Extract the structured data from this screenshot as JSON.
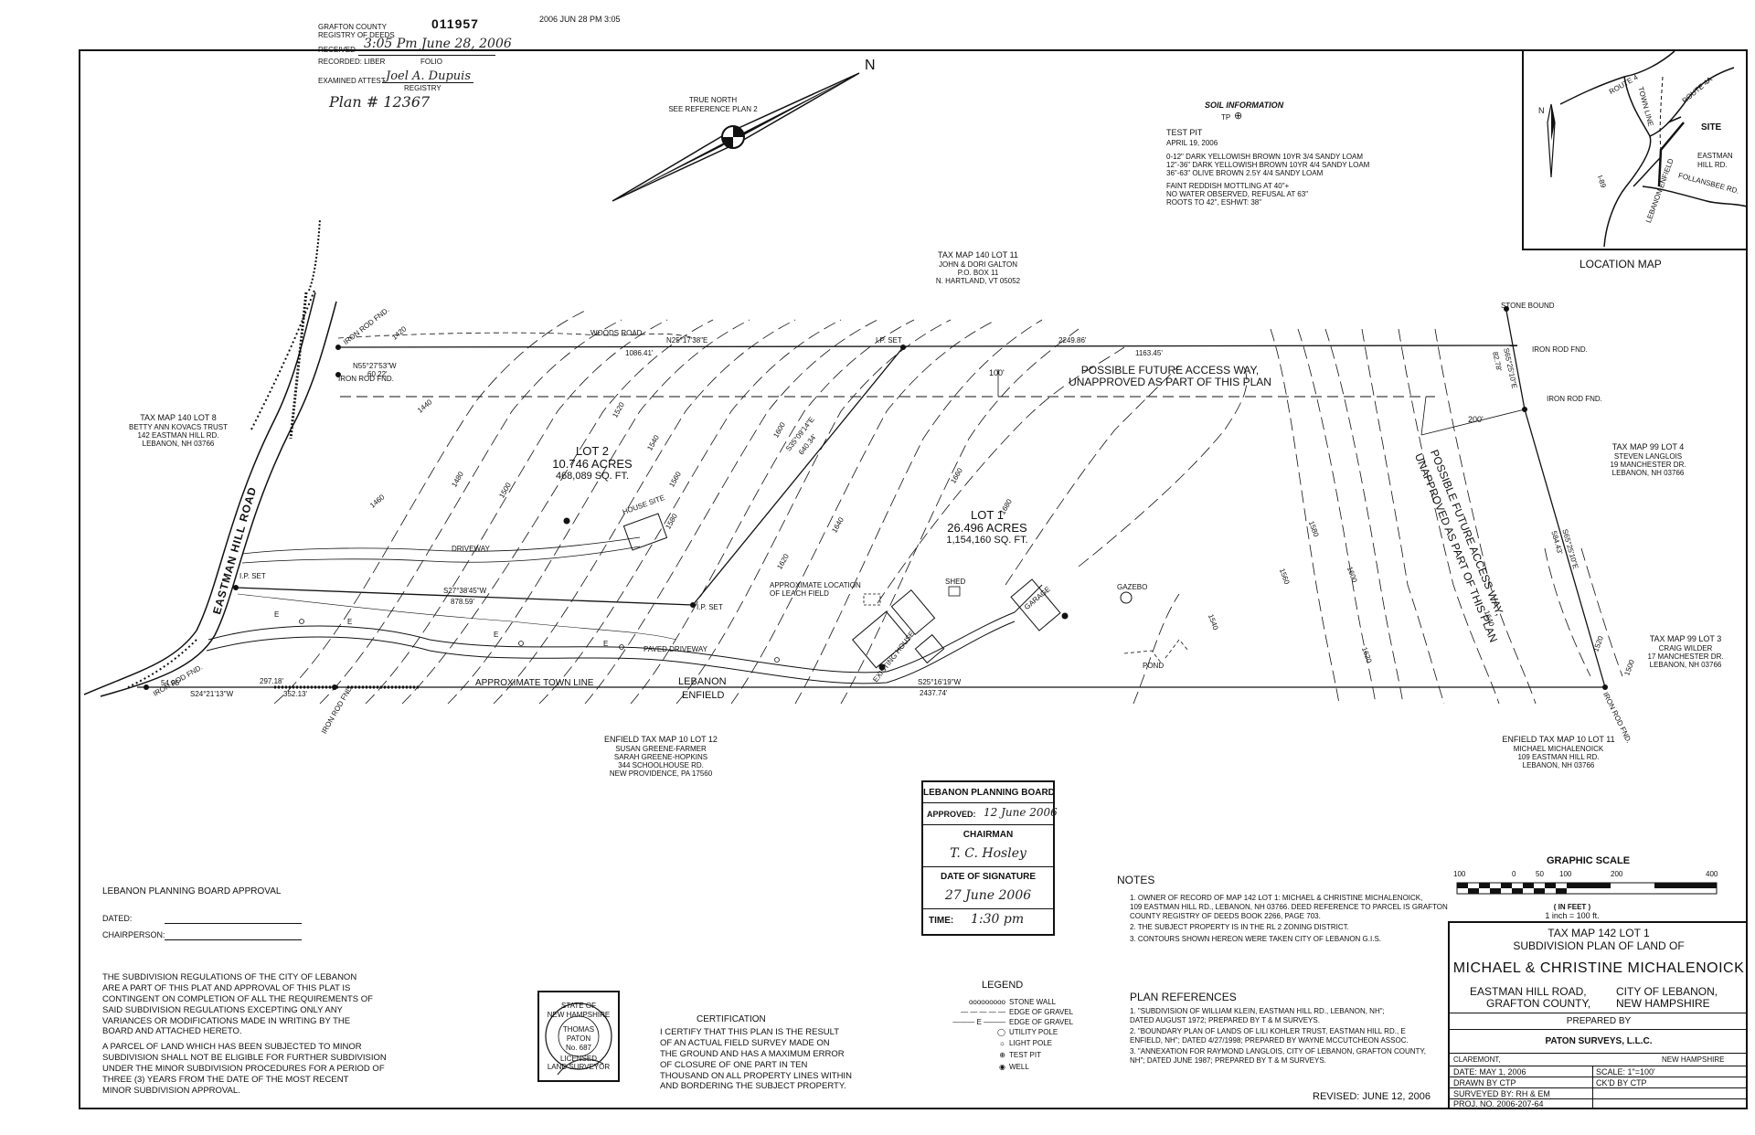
{
  "recording": {
    "county": "GRAFTON COUNTY",
    "registry": "REGISTRY OF DEEDS",
    "number": "011957",
    "timestamp": "2006 JUN 28 PM 3:05",
    "received_label": "RECEIVED",
    "received_value": "3:05 Pm June 28, 2006",
    "recorded_label": "RECORDED: LIBER",
    "folio_label": "FOLIO",
    "examined_label": "EXAMINED ATTEST",
    "examined_signature": "Joel A. Dupuis",
    "registry_label": "REGISTRY",
    "plan_number": "Plan # 12367"
  },
  "north": {
    "label_line1": "TRUE NORTH",
    "label_line2": "SEE REFERENCE PLAN 2",
    "letter": "N"
  },
  "soil": {
    "title": "SOIL INFORMATION",
    "tp_label": "TP",
    "test_pit": "TEST PIT",
    "date": "APRIL 19, 2006",
    "lines": [
      "0-12\" DARK YELLOWISH BROWN 10YR 3/4 SANDY LOAM",
      "12\"-36\" DARK YELLOWISH BROWN 10YR 4/4 SANDY LOAM",
      "36\"-63\" OLIVE BROWN 2.5Y 4/4 SANDY LOAM"
    ],
    "notes": [
      "FAINT REDDISH MOTTLING AT 40\"+",
      "NO WATER OBSERVED, REFUSAL AT 63\"",
      "ROOTS TO 42\", ESHWT: 38\""
    ]
  },
  "location_map": {
    "title": "LOCATION MAP",
    "labels": {
      "route4": "ROUTE 4",
      "town_line": "TOWN LINE",
      "route4a": "ROUTE 4A",
      "site": "SITE",
      "eastman": "EASTMAN",
      "hill_rd": "HILL RD.",
      "i89": "I-89",
      "lebanon_enfield": "LEBANON ENFIELD",
      "follansbee": "FOLLANSBEE RD.",
      "n": "N"
    }
  },
  "abutters": {
    "top": [
      "TAX MAP 140 LOT 11",
      "JOHN & DORI GALTON",
      "P.O. BOX 11",
      "N. HARTLAND, VT 05052"
    ],
    "left": [
      "TAX MAP 140 LOT 8",
      "BETTY ANN KOVACS TRUST",
      "142 EASTMAN HILL RD.",
      "LEBANON, NH 03766"
    ],
    "right_upper": [
      "TAX MAP 99 LOT 4",
      "STEVEN LANGLOIS",
      "19 MANCHESTER DR.",
      "LEBANON, NH 03766"
    ],
    "right_lower": [
      "TAX MAP 99 LOT 3",
      "CRAIG WILDER",
      "17 MANCHESTER DR.",
      "LEBANON, NH 03766"
    ],
    "bottom_left": [
      "ENFIELD TAX MAP 10 LOT 12",
      "SUSAN GREENE-FARMER",
      "SARAH GREENE-HOPKINS",
      "344 SCHOOLHOUSE RD.",
      "NEW PROVIDENCE, PA 17560"
    ],
    "bottom_right": [
      "ENFIELD TAX MAP 10 LOT 11",
      "MICHAEL MICHALENOICK",
      "109 EASTMAN HILL RD.",
      "LEBANON, NH 03766"
    ]
  },
  "plan": {
    "lot1": [
      "LOT 1",
      "26.496 ACRES",
      "1,154,160 SQ. FT."
    ],
    "lot2": [
      "LOT 2",
      "10.746 ACRES",
      "468,089 SQ. FT."
    ],
    "access_h": [
      "POSSIBLE FUTURE ACCESS WAY,",
      "UNAPPROVED AS PART OF THIS PLAN"
    ],
    "access_v": [
      "POSSIBLE FUTURE ACCESS WAY,",
      "UNAPPROVED AS PART OF THIS PLAN"
    ],
    "dim_100": "100'",
    "dim_200": "200'",
    "bearing_top": "N25°17'38\"E",
    "dist_1086": "1086.41'",
    "dist_2249": "2249.86'",
    "dist_1163": "1163.45'",
    "bearing_lot_line": "S27°38'45\"W",
    "dist_878": "878.59'",
    "bearing_bottom": "S25°16'19\"W",
    "dist_2437": "2437.74'",
    "dist_297": "297.18'",
    "dist_352": "352.13'",
    "bearing_bl": "S24°21'13\"W",
    "dist_54": "54.95'",
    "dist_60": "60.22'",
    "bearing_n55": "N55°27'53\"W",
    "diag": "S35°09'14\"E",
    "diag_dist": "640.34'",
    "right_bearing_1": "S65°25'10\"E",
    "right_dist_1": "82.78'",
    "right_bearing_2": "S65°25'10\"E",
    "right_dist_2": "584.43'",
    "woods_road": "WOODS ROAD",
    "driveway": "DRIVEWAY",
    "paved_driveway": "PAVED DRIVEWAY",
    "eastman_hill_road": "EASTMAN HILL ROAD",
    "town_line": "APPROXIMATE TOWN LINE",
    "lebanon": "LEBANON",
    "enfield": "ENFIELD",
    "house_site": "HOUSE SITE",
    "leach_field": [
      "APPROXIMATE LOCATION",
      "OF LEACH FIELD"
    ],
    "shed": "SHED",
    "garage": "GARAGE",
    "gazebo": "GAZEBO",
    "pond": "POND",
    "existing_house": "EXISTING HOUSE",
    "ip_set": "I.P. SET",
    "iron_rod_fnd": "IRON ROD FND.",
    "iron_rod": "IRON ROD FND.",
    "stone_bound": "STONE BOUND",
    "edge_e": "E",
    "contours": [
      "1420",
      "1440",
      "1460",
      "1480",
      "1500",
      "1520",
      "1540",
      "1560",
      "1580",
      "1600",
      "1620",
      "1640",
      "1660",
      "1680",
      "1540",
      "1560",
      "1580",
      "1600",
      "1620",
      "1640",
      "1520",
      "1500"
    ]
  },
  "approval": {
    "title": "LEBANON PLANNING BOARD APPROVAL",
    "dated_label": "DATED:",
    "chair_label": "CHAIRPERSON:",
    "para1": "THE SUBDIVISION REGULATIONS OF THE CITY OF LEBANON\nARE A PART OF THIS PLAT AND APPROVAL OF THIS PLAT IS\nCONTINGENT ON COMPLETION OF ALL THE REQUIREMENTS OF\nSAID SUBDIVISION REGULATIONS EXCEPTING ONLY ANY\nVARIANCES OR MODIFICATIONS MADE IN WRITING BY THE\nBOARD AND ATTACHED HERETO.",
    "para2": "A PARCEL OF LAND WHICH HAS BEEN SUBJECTED TO MINOR\nSUBDIVISION SHALL NOT BE ELIGIBLE FOR FURTHER SUBDIVISION\nUNDER THE MINOR SUBDIVISION PROCEDURES FOR A PERIOD OF\nTHREE (3) YEARS FROM THE DATE OF THE MOST RECENT\nMINOR SUBDIVISION APPROVAL."
  },
  "seal": {
    "lines": [
      "STATE OF",
      "NEW HAMPSHIRE",
      "THOMAS",
      "PATON",
      "No. 687",
      "LICENSED",
      "LAND SURVEYOR"
    ]
  },
  "certification": {
    "title": "CERTIFICATION",
    "text": "I CERTIFY THAT THIS PLAN IS THE RESULT\nOF AN ACTUAL FIELD SURVEY MADE ON\nTHE GROUND AND HAS A MAXIMUM ERROR\nOF CLOSURE OF ONE PART IN TEN\nTHOUSAND ON ALL PROPERTY LINES WITHIN\nAND BORDERING THE SUBJECT PROPERTY."
  },
  "stamp": {
    "title": "LEBANON PLANNING BOARD",
    "approved_label": "APPROVED:",
    "approved_value": "12 June 2006",
    "chairman_label": "CHAIRMAN",
    "chairman_sig": "T. C. Hosley",
    "date_sig_label": "DATE OF SIGNATURE",
    "date_sig_value": "27 June 2006",
    "time_label": "TIME:",
    "time_value": "1:30 pm"
  },
  "legend": {
    "title": "LEGEND",
    "items": [
      {
        "sym": "ooooooooo",
        "label": "STONE WALL"
      },
      {
        "sym": "— — — — —",
        "label": "EDGE OF GRAVEL"
      },
      {
        "sym": "——— E ———",
        "label": "EDGE OF GRAVEL"
      },
      {
        "sym": "◯",
        "label": "UTILITY POLE"
      },
      {
        "sym": "☼",
        "label": "LIGHT POLE"
      },
      {
        "sym": "⊕",
        "label": "TEST PIT"
      },
      {
        "sym": "◉",
        "label": "WELL"
      }
    ]
  },
  "notes": {
    "title": "NOTES",
    "items": [
      "1.  OWNER OF RECORD OF MAP 142 LOT 1: MICHAEL & CHRISTINE MICHALENOICK,\n     109 EASTMAN HILL RD., LEBANON, NH 03766. DEED REFERENCE TO PARCEL IS GRAFTON\n     COUNTY REGISTRY OF DEEDS BOOK 2266, PAGE 703.",
      "2.  THE SUBJECT PROPERTY IS IN THE RL 2  ZONING DISTRICT.",
      "3.  CONTOURS SHOWN HEREON WERE TAKEN CITY OF LEBANON G.I.S."
    ]
  },
  "references": {
    "title": "PLAN REFERENCES",
    "items": [
      "1.  \"SUBDIVISION OF WILLIAM KLEIN, EASTMAN HILL RD., LEBANON, NH\";\n     DATED AUGUST 1972; PREPARED BY T & M SURVEYS.",
      "2.  \"BOUNDARY PLAN OF LANDS OF LILI KOHLER TRUST, EASTMAN HILL RD., E\n     ENFIELD, NH\"; DATED 4/27/1998; PREPARED BY WAYNE MCCUTCHEON ASSOC.",
      "3.  \"ANNEXATION FOR RAYMOND LANGLOIS, CITY OF LEBANON, GRAFTON COUNTY,\n     NH\"; DATED JUNE 1987; PREPARED BY T & M SURVEYS."
    ]
  },
  "revised": "REVISED:  JUNE 12, 2006",
  "scale": {
    "title": "GRAPHIC SCALE",
    "ticks": [
      "100",
      "0",
      "50",
      "100",
      "200",
      "400"
    ],
    "unit": "( IN FEET )",
    "ratio": "1 inch = 100 ft."
  },
  "title_block": {
    "line1": "TAX MAP 142 LOT 1",
    "line2": "SUBDIVISION PLAN OF LAND OF",
    "owners": "MICHAEL & CHRISTINE MICHALENOICK",
    "road": "EASTMAN HILL ROAD,",
    "county": "GRAFTON COUNTY,",
    "city": "CITY OF LEBANON,",
    "state": "NEW HAMPSHIRE",
    "prepared_by": "PREPARED BY",
    "firm": "PATON SURVEYS, L.L.C.",
    "firm_city": "CLAREMONT,",
    "firm_state": "NEW HAMPSHIRE",
    "date": "DATE: MAY 1, 2006",
    "scale": "SCALE: 1\"=100'",
    "drawn": "DRAWN BY CTP",
    "checked": "CK'D BY CTP",
    "surveyed": "SURVEYED BY: RH & EM",
    "proj": "PROJ. NO. 2006-207-64"
  }
}
